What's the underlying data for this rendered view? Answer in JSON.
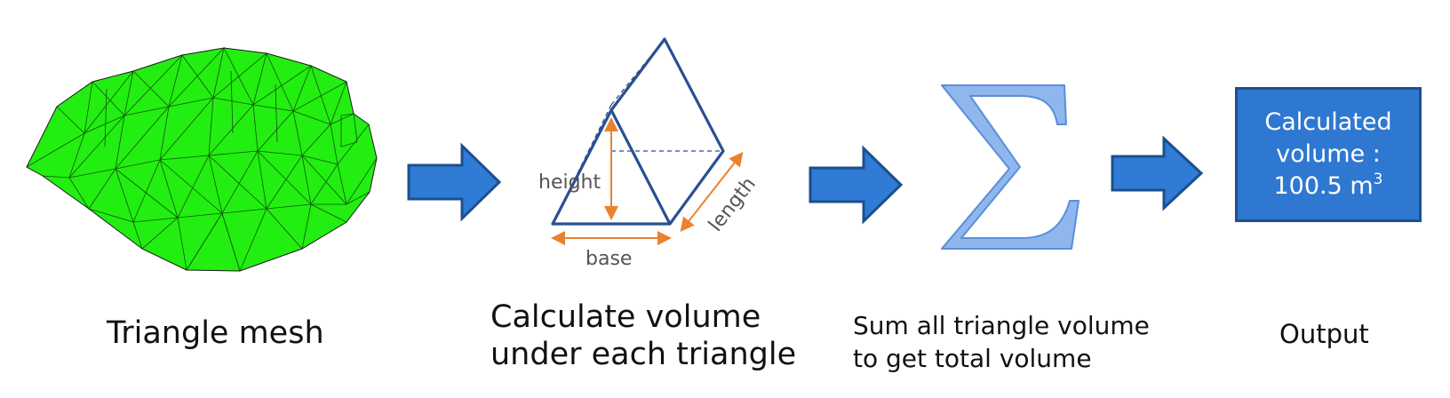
{
  "steps": [
    {
      "id": "mesh",
      "caption": "Triangle mesh"
    },
    {
      "id": "prism",
      "caption": "Calculate volume\nunder each triangle"
    },
    {
      "id": "sum",
      "caption": "Sum all triangle volume\nto get total volume"
    },
    {
      "id": "output",
      "caption": "Output"
    }
  ],
  "prism_labels": {
    "height": "height",
    "base": "base",
    "length": "length"
  },
  "output_box": {
    "line1": "Calculated",
    "line2": "volume :",
    "value": "100.5 m",
    "unit_exponent": "3"
  },
  "colors": {
    "mesh_fill": "#22ee11",
    "arrow_fill": "#2f7bd6",
    "arrow_stroke": "#1c4f8c",
    "prism_stroke": "#2a4f93",
    "dimension_orange": "#e8822e",
    "sigma_fill": "#8fb7ee",
    "sigma_stroke": "#5a8ed8",
    "output_bg": "#2f78d2"
  }
}
